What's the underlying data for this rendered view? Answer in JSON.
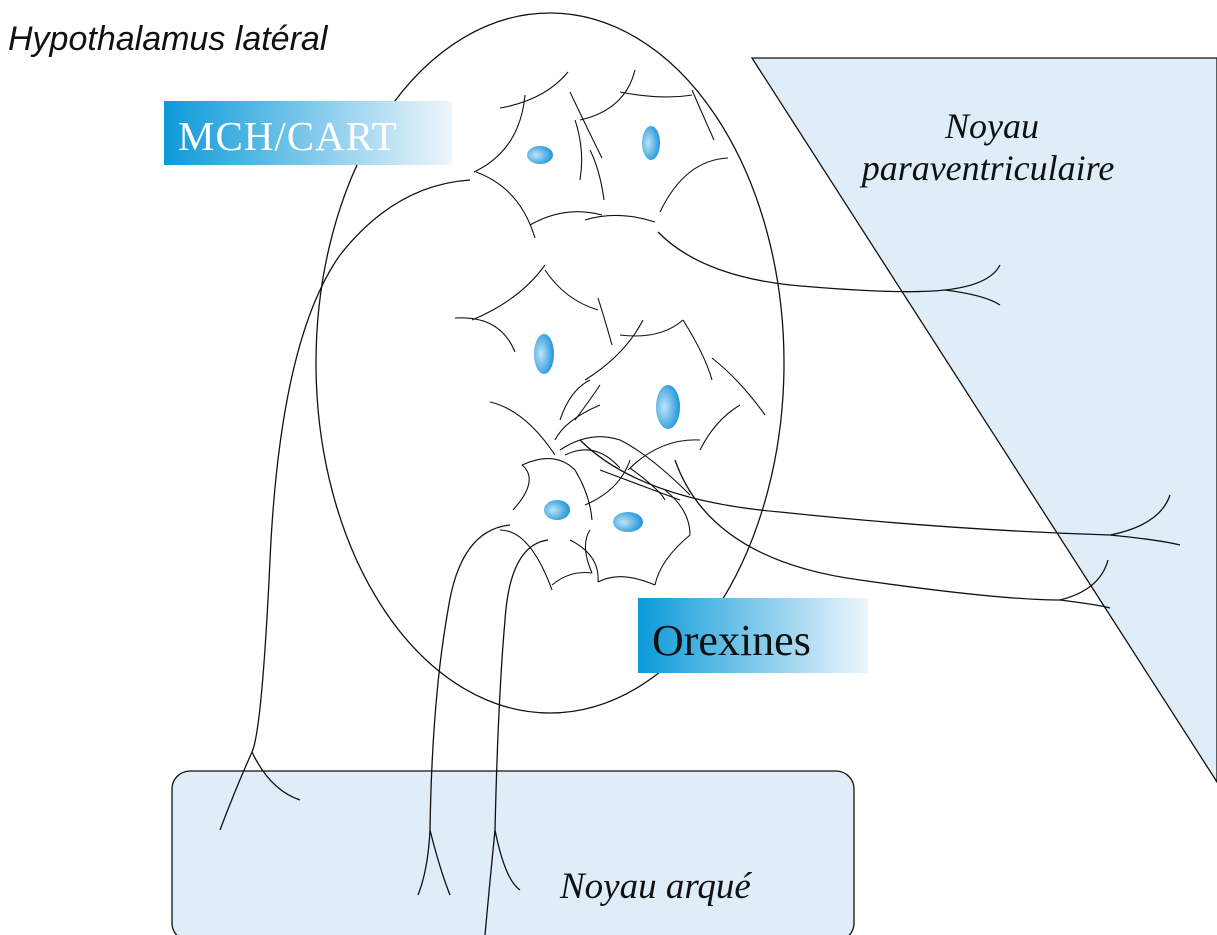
{
  "labels": {
    "lateral_hypothalamus": "Hypothalamus latéral",
    "paraventricular_nucleus_line1": "Noyau",
    "paraventricular_nucleus_line2": "paraventriculaire",
    "arcuate_nucleus": "Noyau arqué",
    "mch_cart": "MCH/CART",
    "orexins": "Orexines"
  },
  "colors": {
    "region_fill": "#deedf8",
    "nucleus_dark": "#0f8fd6",
    "nucleus_light": "#bfe3f8",
    "label_gradient_start": "#0c9ad9",
    "label_gradient_end": "#eef6fc",
    "stroke": "#111111"
  }
}
